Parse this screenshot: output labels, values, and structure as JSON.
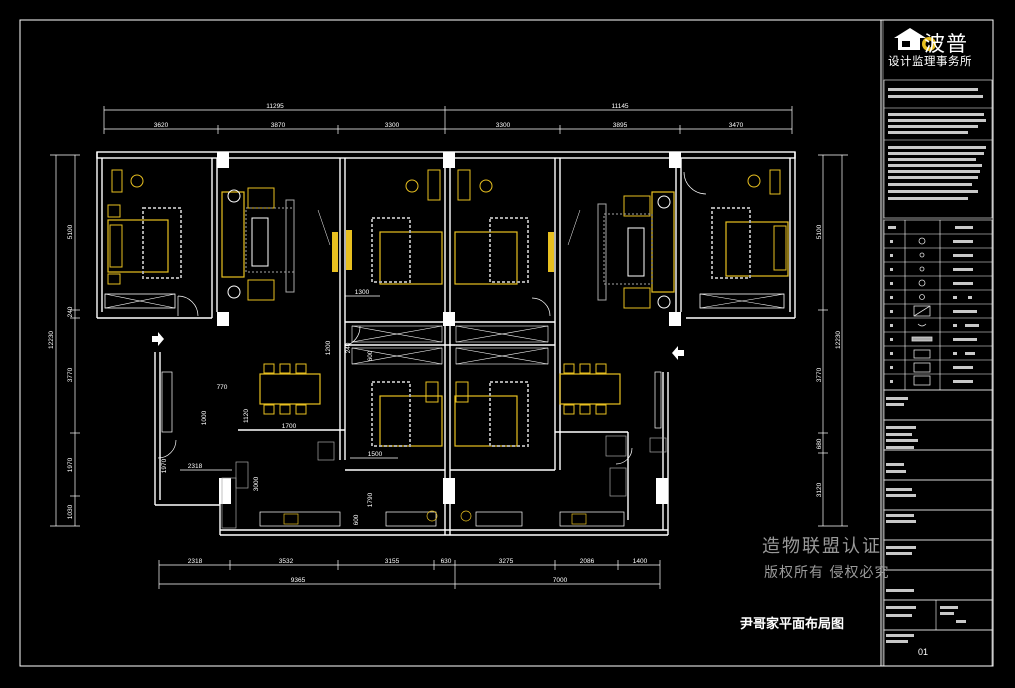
{
  "logo": {
    "brand": "波普",
    "subtitle": "设计监理事务所"
  },
  "dimensions_top": {
    "totals": [
      "11295",
      "11145"
    ],
    "segments": [
      "3620",
      "3870",
      "3300",
      "3300",
      "3895",
      "3470"
    ]
  },
  "dimensions_bottom": {
    "segments": [
      "2318",
      "3532",
      "3155",
      "630",
      "3275",
      "2086",
      "1400"
    ],
    "totals": [
      "9365",
      "7000"
    ]
  },
  "dimensions_left": [
    "5100",
    "240",
    "3770",
    "1970",
    "1030",
    "12230"
  ],
  "dimensions_right": [
    "5100",
    "3770",
    "680",
    "3120",
    "12230"
  ],
  "dimensions_inner": [
    "1300",
    "1200",
    "240",
    "600",
    "770",
    "1000",
    "1120",
    "1700",
    "1970",
    "2318",
    "3000",
    "1500",
    "1790",
    "600"
  ],
  "watermark": {
    "line1": "造物联盟认证",
    "line2": "版权所有  侵权必究"
  },
  "drawing_title": "尹哥家平面布局图",
  "sheet_number": "01",
  "colors": {
    "background": "#000000",
    "wall": "#ffffff",
    "furniture": "#e8c020",
    "fixture": "#a8a8a8",
    "dimension": "#ffffff"
  }
}
